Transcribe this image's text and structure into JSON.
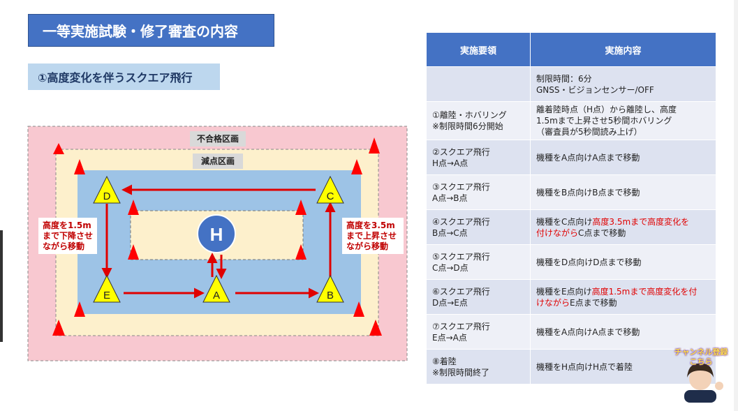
{
  "title": "一等実施試験・修了審査の内容",
  "subtitle": "①高度変化を伴うスクエア飛行",
  "zones": {
    "fail": "不合格区画",
    "deduct": "減点区画"
  },
  "points": {
    "h": "H",
    "a": "A",
    "b": "B",
    "c": "C",
    "d": "D",
    "e": "E"
  },
  "notes": {
    "left": [
      "高度を1.5m",
      "まで下降させ",
      "ながら移動"
    ],
    "right": [
      "高度を3.5m",
      "まで上昇させ",
      "ながら移動"
    ]
  },
  "table": {
    "headers": [
      "実施要領",
      "実施内容"
    ],
    "rows": [
      {
        "c1": [],
        "c2": [
          {
            "t": "制限時間：6分"
          },
          {
            "t": "GNSS・ビジョンセンサー/OFF"
          }
        ]
      },
      {
        "c1": [
          "①離陸・ホバリング",
          "※制限時間6分開始"
        ],
        "c2": [
          {
            "t": "離着陸時点（H点）から離陸し、高度"
          },
          {
            "t": "1.5mまで上昇させ5秒間ホバリング"
          },
          {
            "t": "（審査員が5秒間読み上げ）"
          }
        ]
      },
      {
        "c1": [
          "②スクエア飛行",
          "H点→A点"
        ],
        "c2": [
          {
            "t": "機種をA点向けA点まで移動"
          }
        ]
      },
      {
        "c1": [
          "③スクエア飛行",
          "A点→B点"
        ],
        "c2": [
          {
            "t": "機種をB点向けB点まで移動"
          }
        ]
      },
      {
        "c1": [
          "④スクエア飛行",
          "B点→C点"
        ],
        "c2": [
          {
            "t": "機種をC点向け",
            "r": "高度3.5mまで高度変化を"
          },
          {
            "r": "付けながら",
            "t2": "C点まで移動"
          }
        ]
      },
      {
        "c1": [
          "⑤スクエア飛行",
          "C点→D点"
        ],
        "c2": [
          {
            "t": "機種をD点向けD点まで移動"
          }
        ]
      },
      {
        "c1": [
          "⑥スクエア飛行",
          "D点→E点"
        ],
        "c2": [
          {
            "t": "機種をE点向け",
            "r": "高度1.5mまで高度変化を付"
          },
          {
            "r": "けながら",
            "t2": "E点まで移動"
          }
        ]
      },
      {
        "c1": [
          "⑦スクエア飛行",
          "E点→A点"
        ],
        "c2": [
          {
            "t": "機種をA点向けA点まで移動"
          }
        ]
      },
      {
        "c1": [
          "⑧着陸",
          "※制限時間終了"
        ],
        "c2": [
          {
            "t": "機種をH点向けH点で着陸"
          }
        ]
      }
    ]
  },
  "mascot": {
    "label": [
      "チャンネル登録",
      "こちら"
    ]
  },
  "colors": {
    "title_bg": "#4472c4",
    "fail_zone": "#f8c8d0",
    "deduct_zone": "#fdf0cc",
    "flight_zone": "#9dc3e6",
    "arrow": "#e00000",
    "cone": "#ff0000",
    "marker": "#ffff00",
    "h_circle": "#4472c4"
  }
}
